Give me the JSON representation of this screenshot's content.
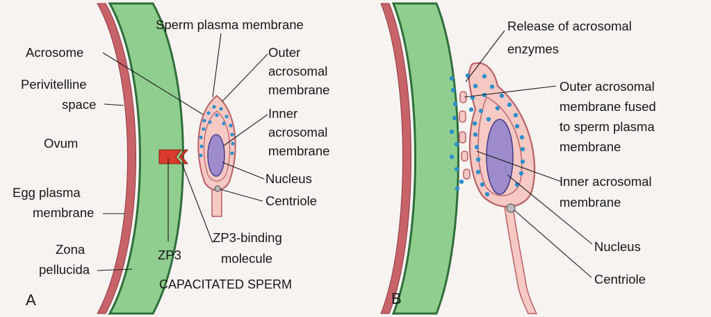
{
  "panel_a": {
    "letter": "A",
    "caption": "CAPACITATED SPERM",
    "labels": {
      "sperm_plasma_membrane": "Sperm plasma membrane",
      "acrosome": "Acrosome",
      "outer_acrosomal_membrane": [
        "Outer",
        "acrosomal",
        "membrane"
      ],
      "perivitelline_space": [
        "Perivitelline",
        "space"
      ],
      "inner_acrosomal_membrane": [
        "Inner",
        "acrosomal",
        "membrane"
      ],
      "ovum": "Ovum",
      "nucleus": "Nucleus",
      "centriole": "Centriole",
      "egg_plasma_membrane": [
        "Egg plasma",
        "membrane"
      ],
      "zp3_binding_molecule": [
        "ZP3-binding",
        "molecule"
      ],
      "zona_pellucida": [
        "Zona",
        "pellucida"
      ],
      "zp3": "ZP3"
    }
  },
  "panel_b": {
    "letter": "B",
    "labels": {
      "release_of_acrosomal_enzymes": [
        "Release of acrosomal",
        "enzymes"
      ],
      "outer_acrosomal_membrane_fused": [
        "Outer acrosomal",
        "membrane fused",
        "to sperm plasma",
        "membrane"
      ],
      "inner_acrosomal_membrane": [
        "Inner acrosomal",
        "membrane"
      ],
      "nucleus": "Nucleus",
      "centriole": "Centriole"
    }
  },
  "colors": {
    "zona_green": "#8fce8f",
    "zona_border": "#2e6e3a",
    "egg_membrane": "#c8636a",
    "sperm_fill": "#f6c9c4",
    "sperm_outline": "#b85f64",
    "nucleus_fill": "#9d8bcc",
    "nucleus_outline": "#4b3f8a",
    "enzyme_dot": "#2f8fc9",
    "zp3_red": "#d83a2c"
  }
}
